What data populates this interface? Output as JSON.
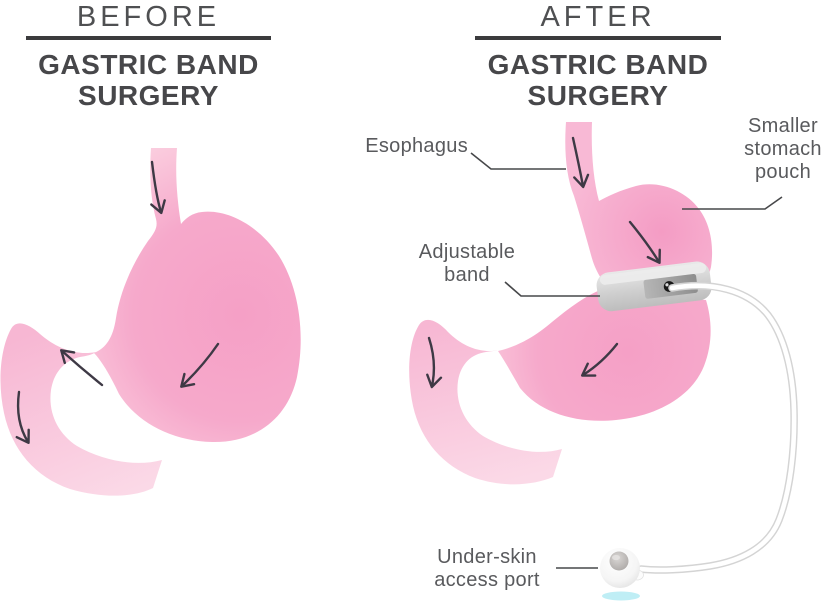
{
  "panels": {
    "before": {
      "header": "BEFORE",
      "title_line1": "GASTRIC BAND",
      "title_line2": "SURGERY"
    },
    "after": {
      "header": "AFTER",
      "title_line1": "GASTRIC BAND",
      "title_line2": "SURGERY"
    }
  },
  "labels": {
    "esophagus": "Esophagus",
    "smaller_pouch": "Smaller stomach pouch",
    "adjustable_band": "Adjustable band",
    "access_port": "Under-skin access port"
  },
  "colors": {
    "stomach_pink": "#f5a0c6",
    "stomach_pink_light": "#fbd0e0",
    "duodenum_pink": "#f9c6db",
    "band_gray": "#c6c6c6",
    "band_recess_gray": "#9a9a9a",
    "band_dot_black": "#181818",
    "tube_white": "#ffffff",
    "tube_outline": "#d4d4d4",
    "port_inner_gray": "#aba7a5",
    "port_shadow_cyan": "#bfeef5",
    "arrow_dark": "#3e3945",
    "heading_gray": "#4f5052",
    "title_dark": "#47474a",
    "label_gray": "#595a5d",
    "divider_dark": "#3b3b3d",
    "connector_line": "#47484a"
  }
}
